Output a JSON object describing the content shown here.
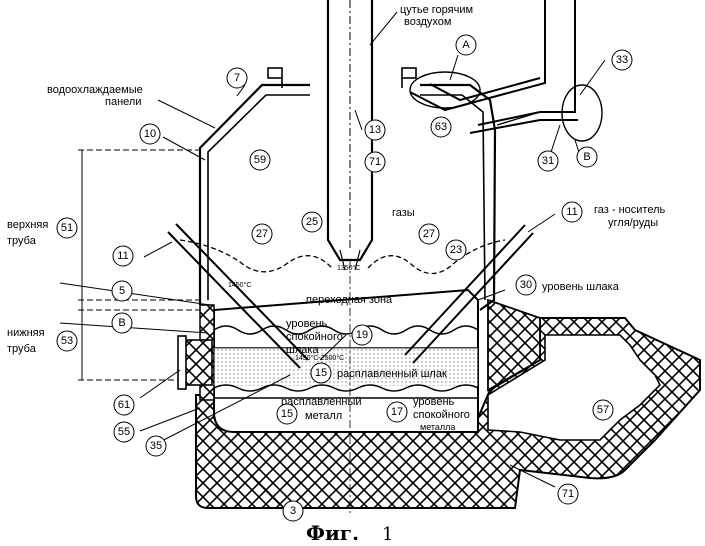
{
  "labels": {
    "hot_air_blow": [
      "цутье горячим",
      "воздухом"
    ],
    "water_cooled_panels": [
      "водоохлаждаемые",
      "панели"
    ],
    "upper_tube": [
      "верхняя",
      "труба"
    ],
    "lower_tube": [
      "нижняя",
      "труба"
    ],
    "gases": "газы",
    "carrier_gas": [
      "газ - носитель",
      "угля/руды"
    ],
    "transition_zone": "переходная зона",
    "slag_level": "уровень шлака",
    "quiet_slag_level": [
      "уровень",
      "спокойного",
      "шлака"
    ],
    "molten_slag": "расплавленный шлак",
    "molten_metal": [
      "расплавленный",
      "металл"
    ],
    "quiet_metal_level": [
      "уровень",
      "спокойного",
      "металла"
    ],
    "temp_1": "1450°C",
    "temp_2": "1350°C",
    "temp_3": "1450°C-2500°C"
  },
  "callouts": {
    "n3": "3",
    "n5": "5",
    "n7": "7",
    "n10": "10",
    "n11a": "11",
    "n11b": "11",
    "n13": "13",
    "n15a": "15",
    "n15b": "15",
    "n17": "17",
    "n19": "19",
    "n23": "23",
    "n25": "25",
    "n27a": "27",
    "n27b": "27",
    "n30": "30",
    "n31": "31",
    "n33": "33",
    "n35": "35",
    "n51": "51",
    "n53": "53",
    "n55": "55",
    "n57": "57",
    "n59": "59",
    "n61": "61",
    "n63": "63",
    "n71a": "71",
    "n71b": "71",
    "nA": "A",
    "nB1": "B",
    "nB2": "B"
  },
  "caption": {
    "prefix": "Фиг.",
    "number": "1"
  }
}
